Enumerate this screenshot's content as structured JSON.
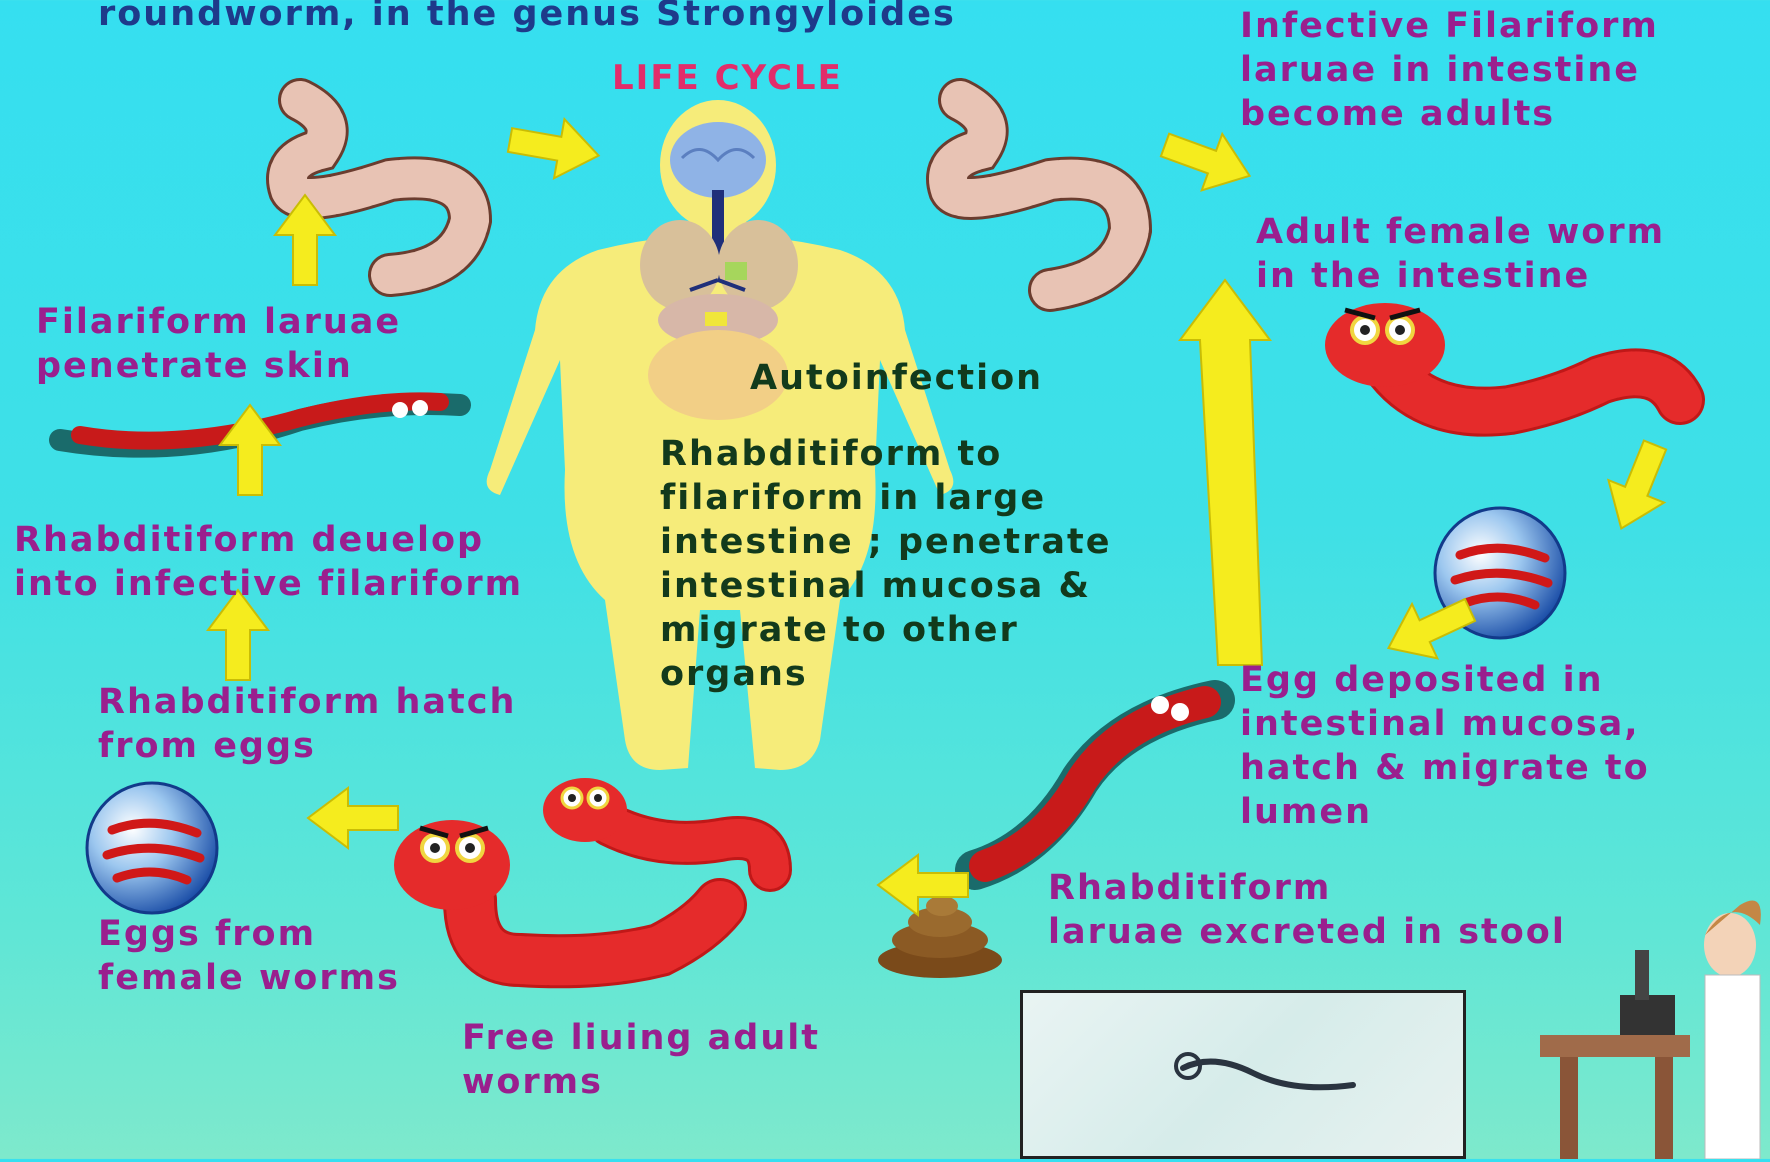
{
  "header": {
    "subtitle": "roundworm, in the genus Strongyloides",
    "title": "LIFE CYCLE"
  },
  "labels": {
    "infective_filariform": "Infective Filariform\nlaruae in intestine\nbecome adults",
    "adult_female": "Adult female worm\nin the intestine",
    "filariform_penetrate": "Filariform laruae\npenetrate skin",
    "autoinfection_title": "Autoinfection",
    "autoinfection_body": "Rhabditiform  to\nfilariform in large\nintestine ; penetrate\nintestinal mucosa &\nmigrate to other\norgans",
    "rhabditiform_develop": "Rhabditiform  deuelop\ninto infective filariform",
    "rhabditiform_hatch": "Rhabditiform hatch\nfrom eggs",
    "egg_deposited": "Egg deposited in\nintestinal mucosa,\nhatch & migrate to\nlumen",
    "rhabditiform_stool": "Rhabditiform\nlaruae  excreted in stool",
    "eggs_female": "Eggs from\nfemale worms",
    "free_living": "Free liuing adult\nworms"
  },
  "colors": {
    "background": "#3fe0e6",
    "label_purple": "#9a1f8e",
    "label_dark_green": "#123a1c",
    "title_pink": "#e22d6a",
    "arrow_yellow": "#f5ec1e",
    "worm_red": "#e52b2b",
    "worm_tan": "#e8c3b4",
    "body_yellow": "#f6ec7a"
  },
  "icons": [
    "human-body-organs-icon",
    "tan-worm-icon",
    "red-worm-icon",
    "filariform-larva-icon",
    "egg-sphere-icon",
    "stool-icon",
    "microscope-scientist-icon",
    "micrograph-image"
  ]
}
